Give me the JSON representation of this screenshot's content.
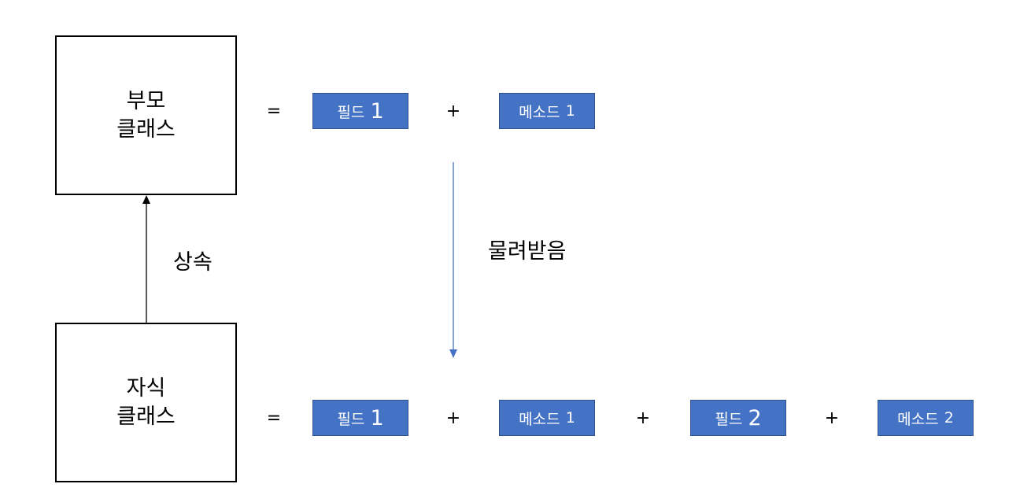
{
  "parent": {
    "line1": "부모",
    "line2": "클래스"
  },
  "child": {
    "line1": "자식",
    "line2": "클래스"
  },
  "inheritance_label": "상속",
  "inherited_label": "물려받음",
  "ops": {
    "equals": "=",
    "plus": "+"
  },
  "parent_row": [
    {
      "word": "필드",
      "num": "1"
    },
    {
      "word": "메소드",
      "num": "1"
    }
  ],
  "child_row": [
    {
      "word": "필드",
      "num": "1"
    },
    {
      "word": "메소드",
      "num": "1"
    },
    {
      "word": "필드",
      "num": "2"
    },
    {
      "word": "메소드",
      "num": "2"
    }
  ],
  "colors": {
    "box_fill": "#4472c4",
    "box_border": "#2f528f",
    "arrow_blue": "#4472c4"
  }
}
